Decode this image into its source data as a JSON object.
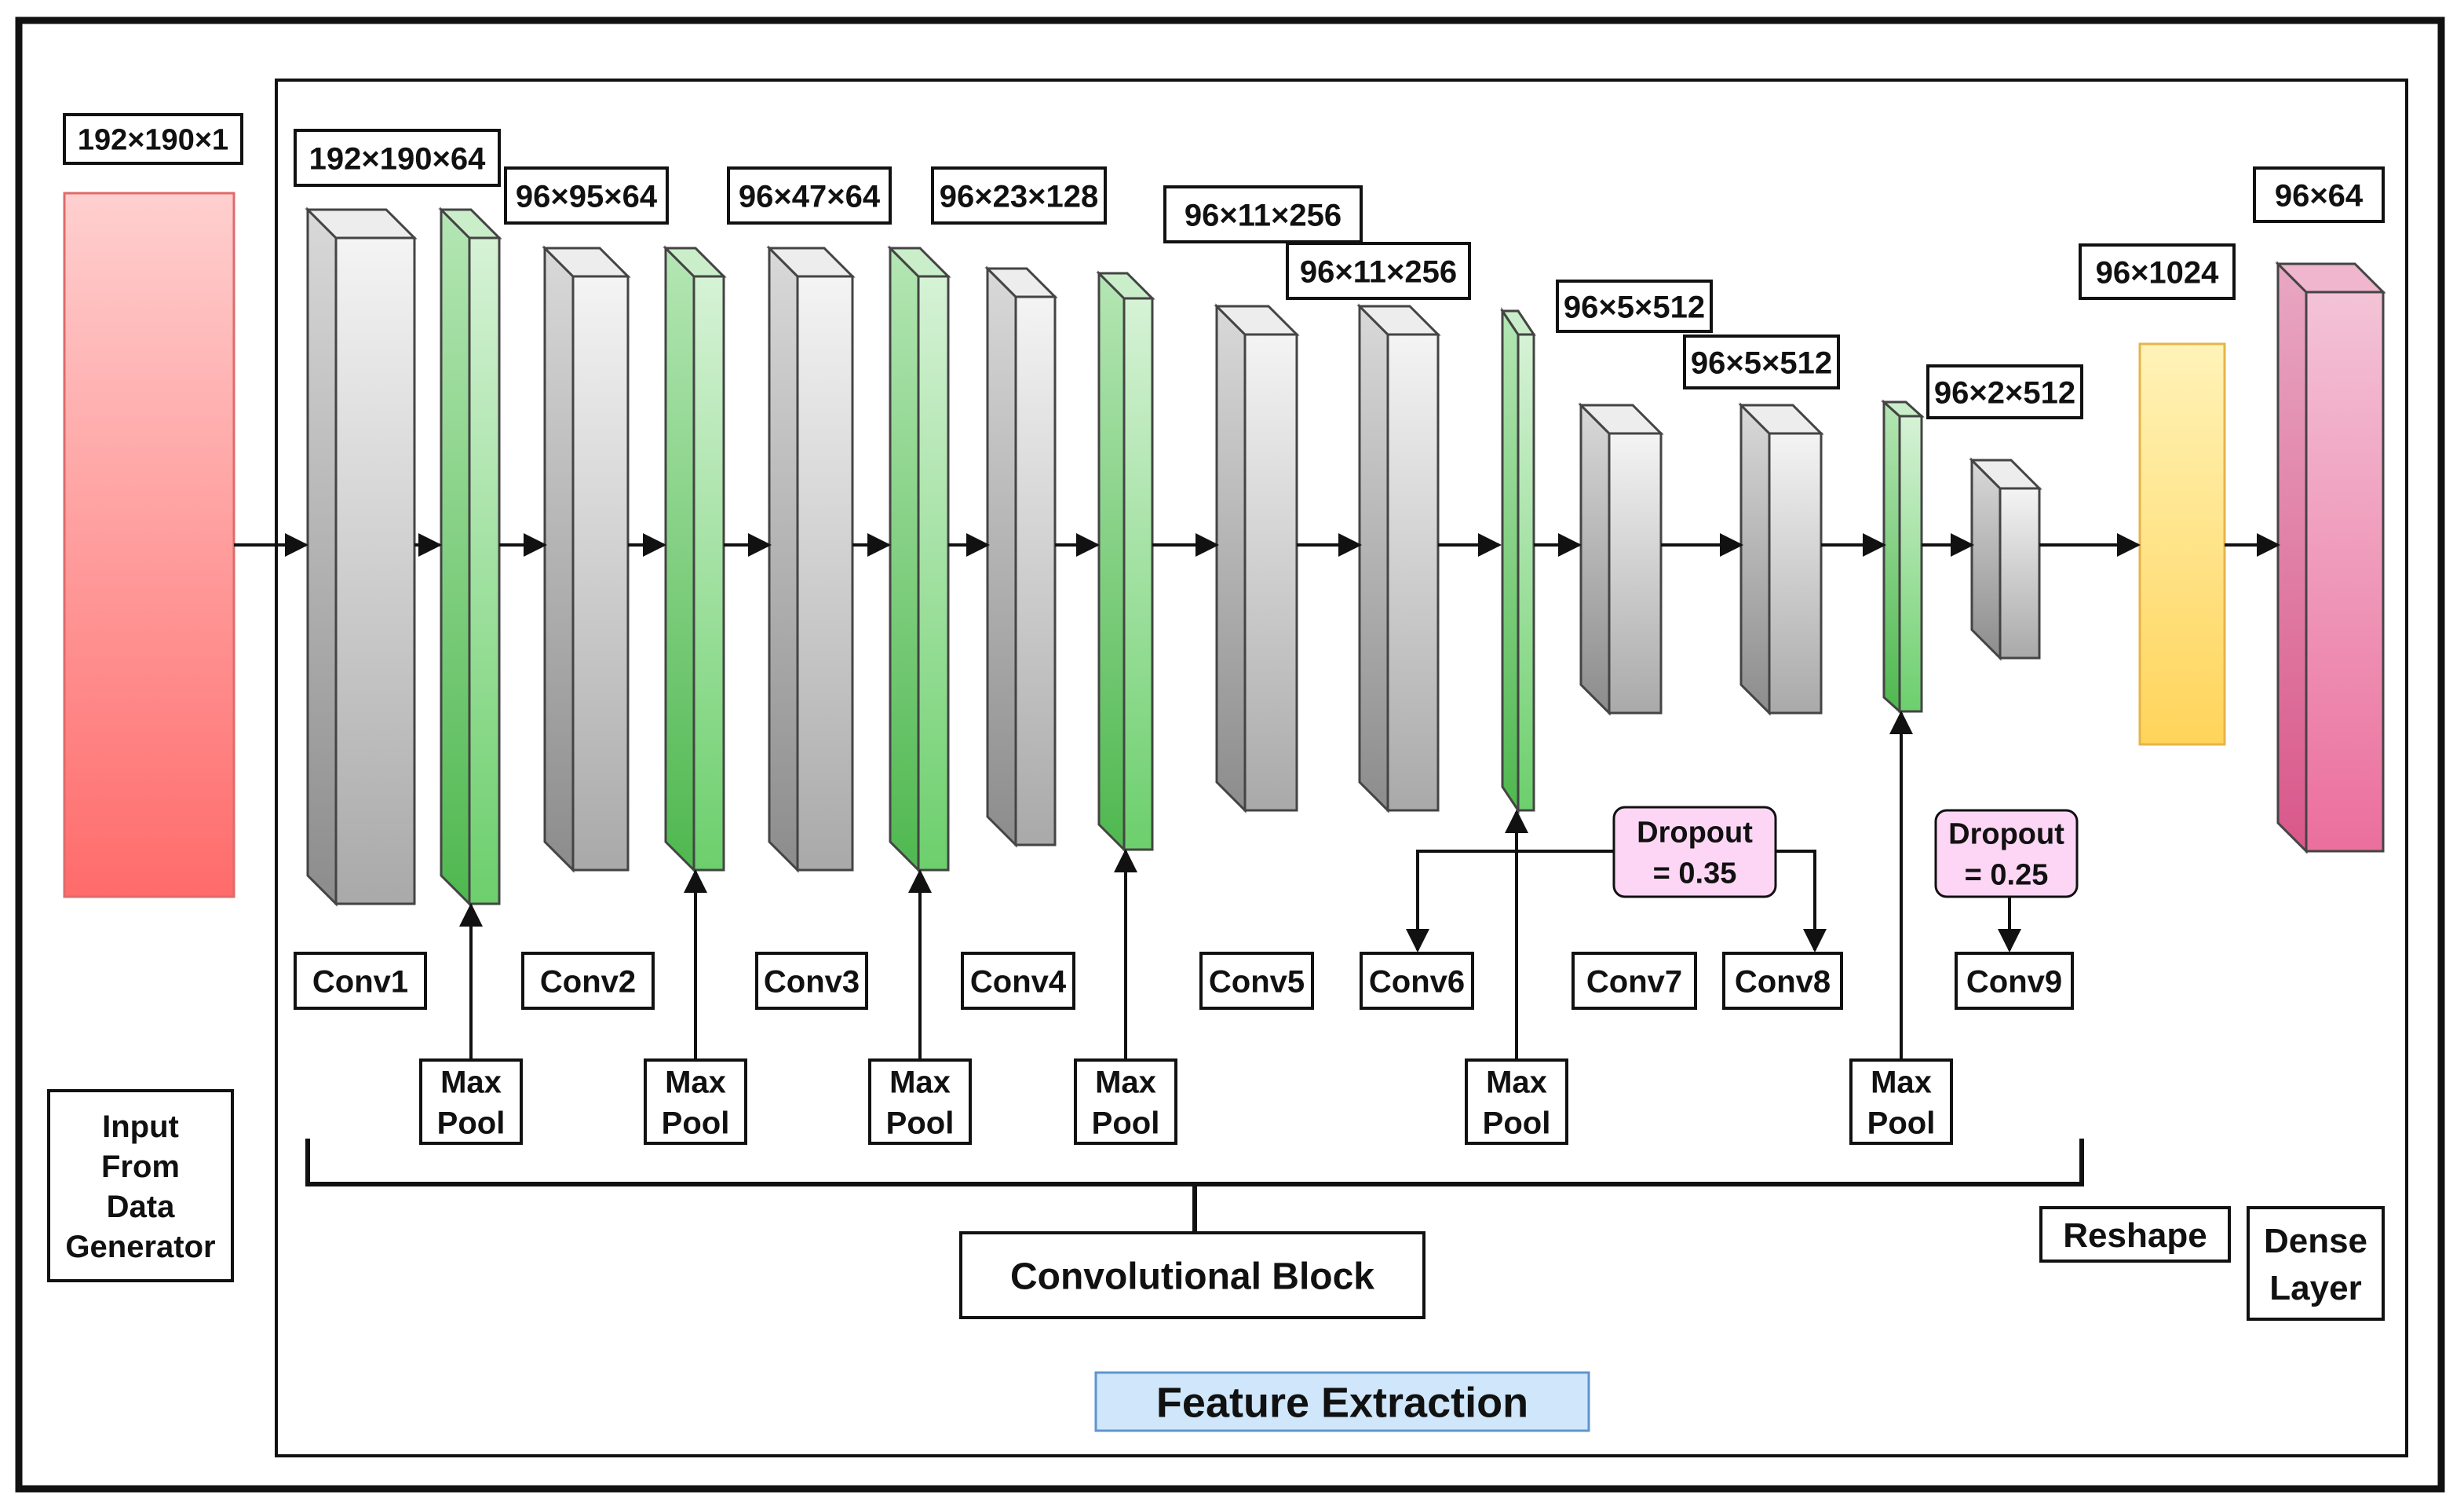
{
  "input": {
    "shape": "192×190×1",
    "caption_lines": [
      "Input",
      "From",
      "Data",
      "Generator"
    ]
  },
  "layers": [
    {
      "kind": "conv",
      "name": "Conv1",
      "shape": "192×190×64"
    },
    {
      "kind": "pool",
      "name": "Max Pool"
    },
    {
      "kind": "conv",
      "name": "Conv2",
      "shape": "96×95×64"
    },
    {
      "kind": "pool",
      "name": "Max Pool"
    },
    {
      "kind": "conv",
      "name": "Conv3",
      "shape": "96×47×64"
    },
    {
      "kind": "pool",
      "name": "Max Pool"
    },
    {
      "kind": "conv",
      "name": "Conv4",
      "shape": "96×23×128"
    },
    {
      "kind": "pool",
      "name": "Max Pool"
    },
    {
      "kind": "conv",
      "name": "Conv5",
      "shape": "96×11×256"
    },
    {
      "kind": "conv",
      "name": "Conv6",
      "shape": "96×11×256"
    },
    {
      "kind": "pool",
      "name": "Max Pool"
    },
    {
      "kind": "conv",
      "name": "Conv7",
      "shape": "96×5×512"
    },
    {
      "kind": "conv",
      "name": "Conv8",
      "shape": "96×5×512"
    },
    {
      "kind": "pool",
      "name": "Max Pool"
    },
    {
      "kind": "conv",
      "name": "Conv9",
      "shape": "96×2×512"
    },
    {
      "kind": "reshape",
      "name": "Reshape",
      "shape": "96×1024"
    },
    {
      "kind": "dense",
      "name_lines": [
        "Dense",
        "Layer"
      ],
      "shape": "96×64"
    }
  ],
  "dropouts": [
    {
      "lines": [
        "Dropout",
        "= 0.35"
      ]
    },
    {
      "lines": [
        "Dropout",
        "= 0.25"
      ]
    }
  ],
  "block_label": "Convolutional Block",
  "section_label": "Feature Extraction",
  "colors": {
    "input_top": "#ffcfcf",
    "input_bottom": "#ff6b6b",
    "conv_light": "#f4f4f4",
    "conv_dark": "#a9a9a9",
    "pool_light": "#d6f2d6",
    "pool_dark": "#6ccf6c",
    "reshape_top": "#fff3b8",
    "reshape_bottom": "#ffd45a",
    "dense_top": "#f3c3d6",
    "dense_bottom": "#eb6f9c",
    "dropout_fill": "#fdd6f5",
    "section_fill": "#cfe6fb",
    "section_border": "#5f95cf"
  }
}
